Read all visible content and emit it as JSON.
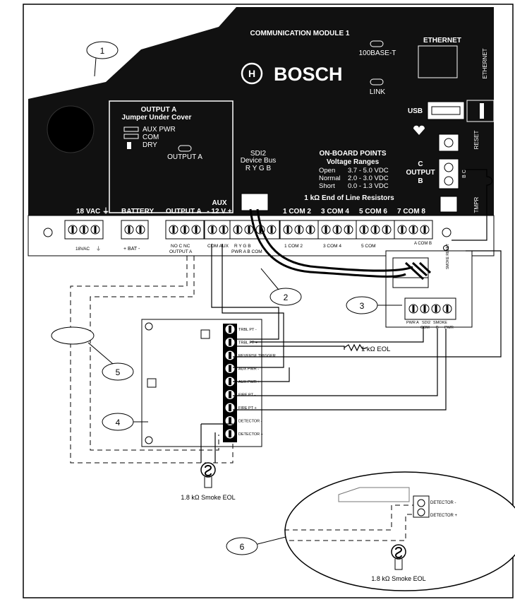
{
  "board": {
    "module_title": "COMMUNICATION MODULE 1",
    "brand": "BOSCH",
    "led_100": "100BASE-T",
    "led_link": "LINK",
    "ethernet_box": "ETHERNET",
    "ethernet_side": "ETHERNET",
    "usb": "USB",
    "reset": "RESET",
    "tmpr": "TMPR",
    "output_a_panel": {
      "title": "OUTPUT A",
      "subtitle": "Jumper Under Cover",
      "aux_pwr": "AUX PWR",
      "com": "COM",
      "dry": "DRY",
      "button": "OUTPUT A"
    },
    "sdi2": {
      "title": "SDI2",
      "subtitle": "Device Bus",
      "pins": "R Y G B"
    },
    "onboard": {
      "title": "ON-BOARD POINTS",
      "subtitle": "Voltage Ranges",
      "open_label": "Open",
      "open_value": "3.7 - 5.0 VDC",
      "normal_label": "Normal",
      "normal_value": "2.0 - 3.0 VDC",
      "short_label": "Short",
      "short_value": "0.0 - 1.3 VDC",
      "eol": "1 kΩ  End of Line Resistors"
    },
    "output_c": {
      "c": "C",
      "output": "OUTPUT",
      "b": "B",
      "bc_small": "B  C"
    },
    "terminal_headers": {
      "vac": "18 VAC  ⏚",
      "battery": "BATTERY",
      "output_a": "OUTPUT A",
      "aux": "AUX",
      "aux_v": "- 12 V +",
      "com12": "1 COM 2",
      "com34": "3 COM 4",
      "com56": "5 COM 6",
      "com78": "7 COM 8"
    },
    "terminal_small": {
      "vac": "18VAC",
      "gnd": "⏚",
      "bat": "+ BAT -",
      "nc": "NO  C  NC",
      "outa": "OUTPUT A",
      "comaux": "COM AUX",
      "ryg": "R   Y   G   B",
      "pwr": "PWR  A    B  COM",
      "c1": "1   COM   2",
      "c3": "3   COM   4",
      "c5": "5   COM",
      "ac": "A   COM   B"
    }
  },
  "smoke_module": {
    "ext_label_1": "PWR A",
    "ext_label_2": "SDI2",
    "ext_label_3": "COM",
    "ext_label_4": "SMOKE",
    "ext_label_5": "B",
    "ext_label_6": "PWR",
    "smoke_reset": "SMOKE RESET"
  },
  "detector": {
    "terminals": [
      "TRBL PT -",
      "TRBL PT +",
      "REVERSE TRIGGER",
      "AUX PWR -",
      "AUX PWR +",
      "FIRE PT -",
      "FIRE PT +",
      "DETECTOR -",
      "DETECTOR +"
    ],
    "eol_resistor": "1 kΩ EOL",
    "smoke_eol": "1.8 kΩ Smoke EOL"
  },
  "inset": {
    "detector_minus": "DETECTOR -",
    "detector_plus": "DETECTOR +",
    "smoke_eol": "1.8 kΩ Smoke EOL"
  },
  "callouts": [
    "1",
    "2",
    "3",
    "4",
    "5",
    "6"
  ]
}
